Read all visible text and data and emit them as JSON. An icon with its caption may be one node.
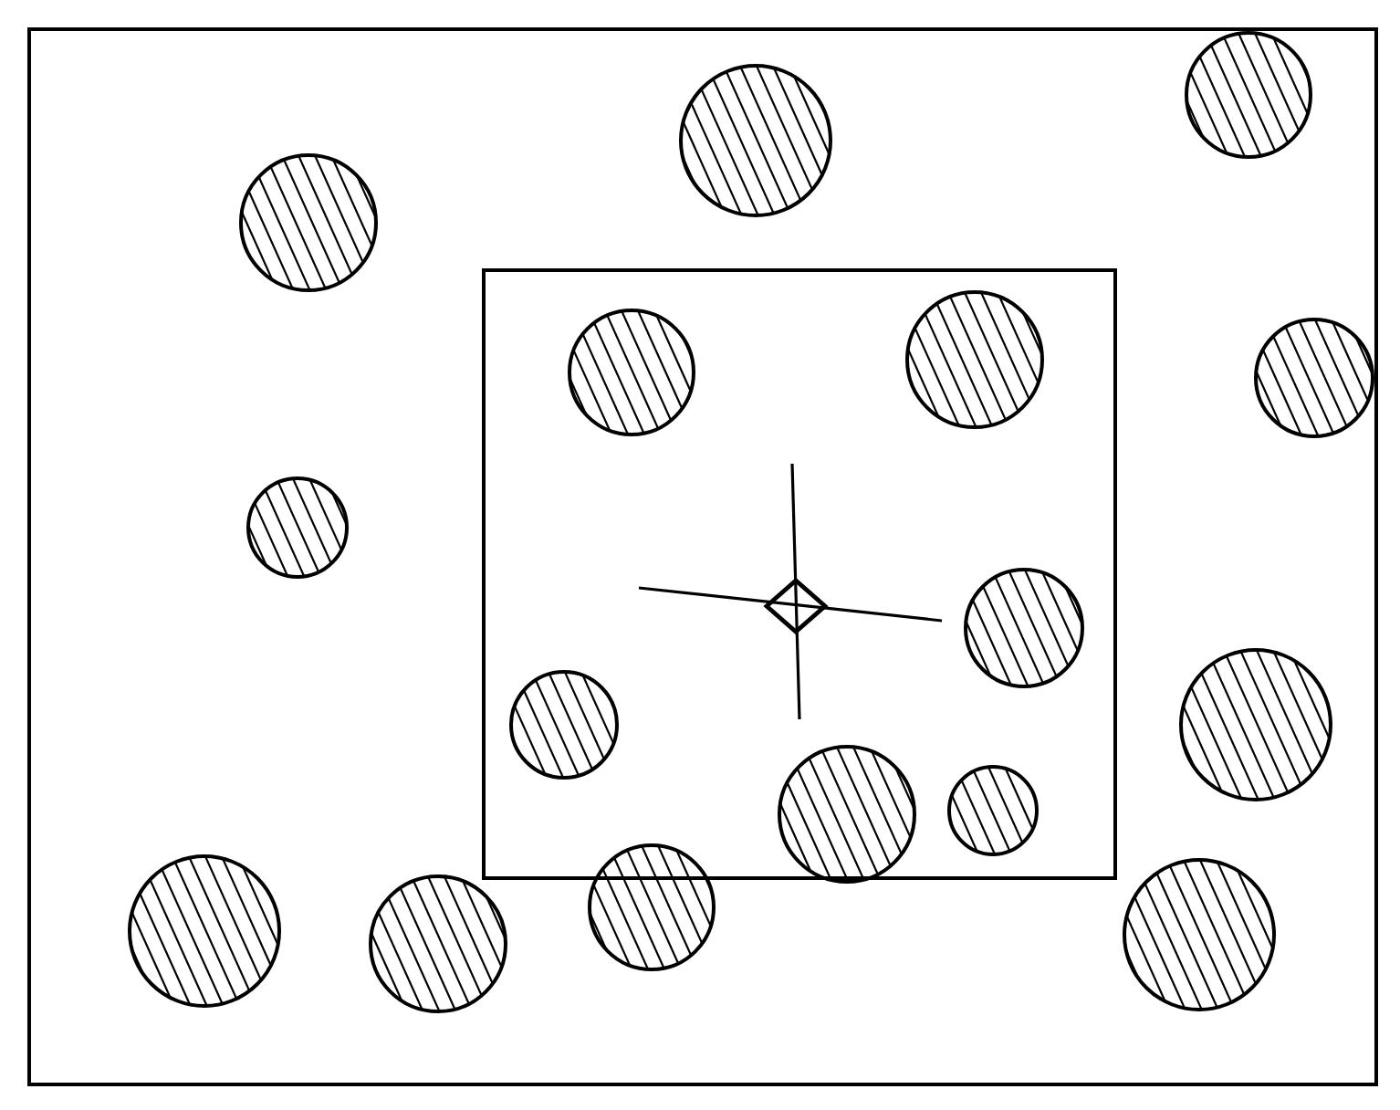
{
  "diagram": {
    "nodes": [
      {
        "text": [],
        "shape": "box"
      },
      {
        "text": [],
        "shape": "box",
        "in": 0
      },
      {
        "text": [],
        "shape": "circle",
        "in": 0
      },
      {
        "text": [],
        "shape": "circle",
        "in": 0
      },
      {
        "text": [],
        "shape": "circle",
        "in": 0
      },
      {
        "text": [],
        "shape": "circle",
        "in": 1
      },
      {
        "text": [],
        "shape": "circle",
        "in": 1
      },
      {
        "text": [],
        "shape": "circle",
        "in": 0
      },
      {
        "text": [],
        "shape": "circle",
        "in": 0
      },
      {
        "text": [],
        "shape": "circle",
        "in": 1
      },
      {
        "text": [],
        "shape": "circle",
        "in": 1
      },
      {
        "text": [],
        "shape": "circle",
        "in": 0
      },
      {
        "text": [],
        "shape": "circle",
        "in": 1
      },
      {
        "text": [],
        "shape": "circle",
        "in": 1
      },
      {
        "text": [],
        "shape": "circle",
        "in": 0
      },
      {
        "text": [],
        "shape": "circle",
        "in": 0
      },
      {
        "text": [],
        "shape": "circle",
        "in": 0
      },
      {
        "text": [],
        "shape": "circle",
        "in": 0
      }
    ]
  }
}
